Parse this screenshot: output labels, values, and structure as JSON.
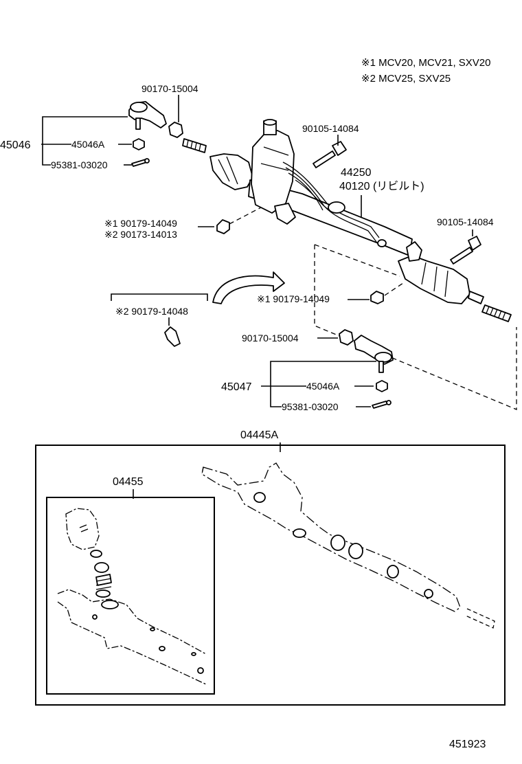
{
  "notes": {
    "note1": "※1 MCV20, MCV21, SXV20",
    "note2": "※2 MCV25, SXV25"
  },
  "labels": {
    "p90170_top": "90170-15004",
    "p90105_top": "90105-14084",
    "p45046": "45046",
    "p45046A_top": "45046A",
    "p95381_top": "95381-03020",
    "p44250": "44250",
    "p40120": "40120 (リビルト)",
    "p90179_14049_a": "※1 90179-14049",
    "p90173_14013": "※2 90173-14013",
    "p90105_right": "90105-14084",
    "p90179_14048": "※2 90179-14048",
    "p90179_14049_b": "※1 90179-14049",
    "p90170_bottom": "90170-15004",
    "p45047": "45047",
    "p45046A_bottom": "45046A",
    "p95381_bottom": "95381-03020",
    "p04445A": "04445A",
    "p04455": "04455",
    "figure_number": "451923"
  }
}
